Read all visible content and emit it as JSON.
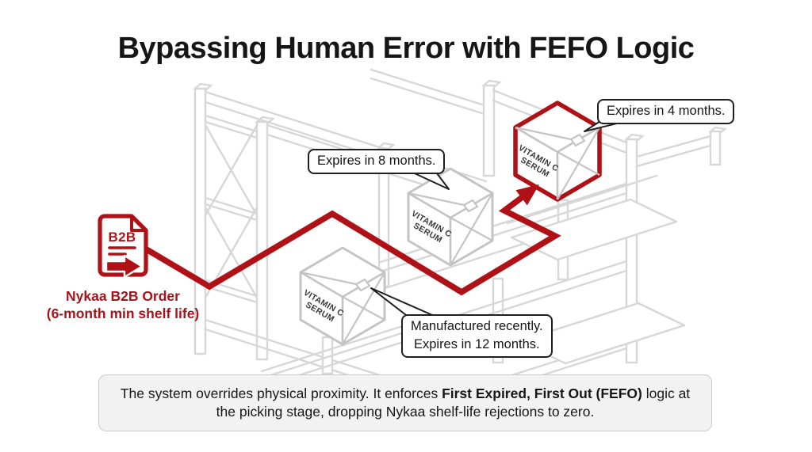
{
  "title": "Bypassing Human Error with FEFO Logic",
  "order": {
    "doc_label": "B2B",
    "caption_line1": "Nykaa B2B Order",
    "caption_line2": "(6-month min shelf life)"
  },
  "boxes": [
    {
      "id": "fefo-pick",
      "label_line1": "VITAMIN C",
      "label_line2": "SERUM",
      "callout": "Expires in 4 months.",
      "highlighted": true
    },
    {
      "id": "mid-shelf",
      "label_line1": "VITAMIN C",
      "label_line2": "SERUM",
      "callout": "Expires in 8 months.",
      "highlighted": false
    },
    {
      "id": "nearest-box",
      "label_line1": "VITAMIN C",
      "label_line2": "SERUM",
      "callout_line1": "Manufactured recently.",
      "callout_line2": "Expires in 12 months.",
      "highlighted": false
    }
  ],
  "note": {
    "pre": "The system overrides physical proximity. It enforces ",
    "bold": "First Expired, First Out (FEFO)",
    "post": " logic at the picking stage, dropping Nykaa shelf-life rejections to zero."
  },
  "colors": {
    "accent_red": "#b01116",
    "caption_red": "#a5141b",
    "rack_gray": "#d7d7d7",
    "box_line": "#c4c4c4",
    "box_label": "#3a3a3a",
    "callout_border": "#1f1f1f",
    "note_bg": "#f2f2f3",
    "note_border": "#cbcbcb",
    "ink": "#161616"
  }
}
